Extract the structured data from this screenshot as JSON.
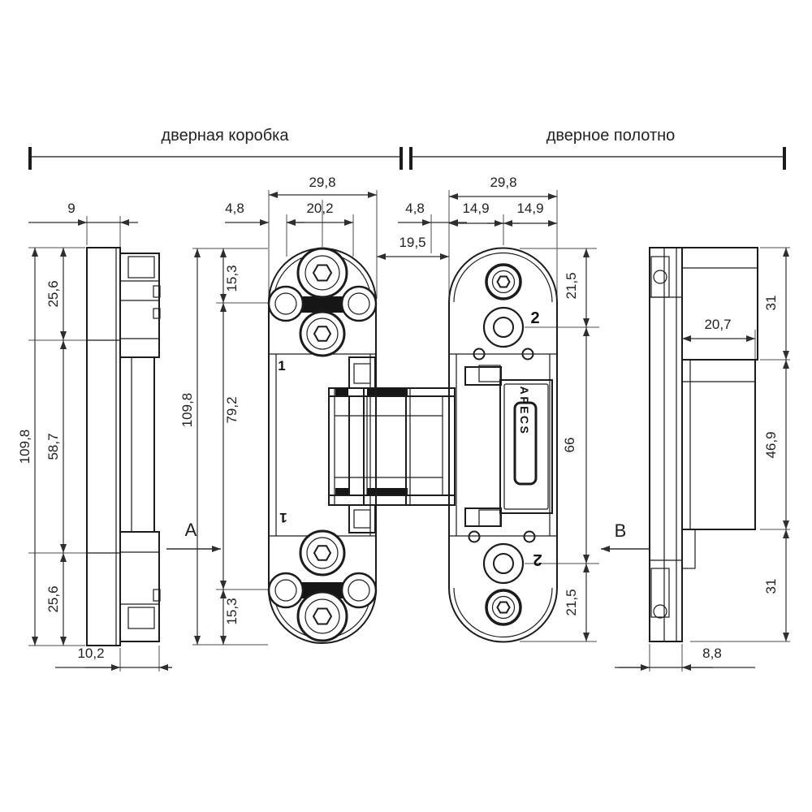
{
  "header": {
    "left_label": "дверная коробка",
    "right_label": "дверное полотно"
  },
  "brand": {
    "logo_text": "APECS"
  },
  "markers": {
    "view_a": "A",
    "view_b": "B",
    "part_1": "1",
    "part_2": "2"
  },
  "dims": {
    "w29_8": "29,8",
    "w20_2": "20,2",
    "w4_8": "4,8",
    "w19_5": "19,5",
    "w14_9": "14,9",
    "w9": "9",
    "h109_8": "109,8",
    "h25_6": "25,6",
    "h58_7": "58,7",
    "w10_2": "10,2",
    "h15_3": "15,3",
    "h79_2": "79,2",
    "h21_5": "21,5",
    "h66": "66",
    "h31": "31",
    "w20_7": "20,7",
    "h46_9": "46,9",
    "w8_8": "8,8"
  },
  "colors": {
    "line": "#1c1c1c",
    "dim": "#2e2e2e",
    "bg": "#ffffff"
  }
}
